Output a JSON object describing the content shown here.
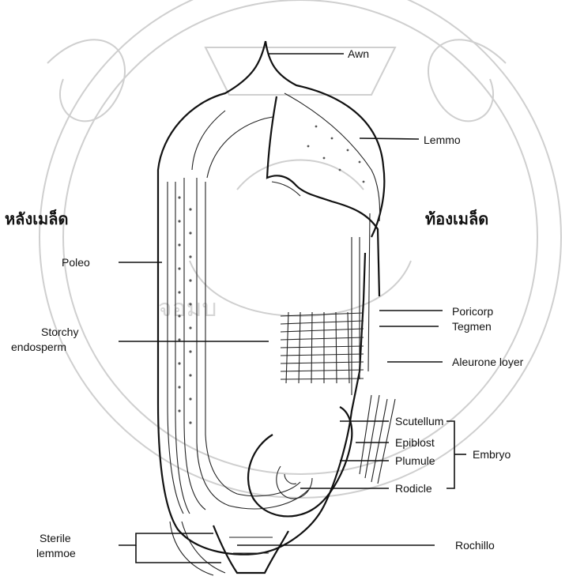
{
  "labels": {
    "awn": "Awn",
    "lemma": "Lemmo",
    "thai_back": "หลังเมล็ด",
    "thai_belly": "ท้องเมล็ด",
    "palea": "Poleo",
    "pericarp": "Poricorp",
    "tegmen": "Tegmen",
    "starchy_line1": "Storchy",
    "starchy_line2": "endosperm",
    "aleurone": "Aleurone loyer",
    "scutellum": "Scutellum",
    "epiblast": "Epiblost",
    "plumule": "Plumule",
    "radicle": "Rodicle",
    "embryo": "Embryo",
    "sterile_line1": "Sterile",
    "sterile_line2": "lemmoe",
    "rachilla": "Rochillo"
  },
  "watermark_text": "จอมบ"
}
